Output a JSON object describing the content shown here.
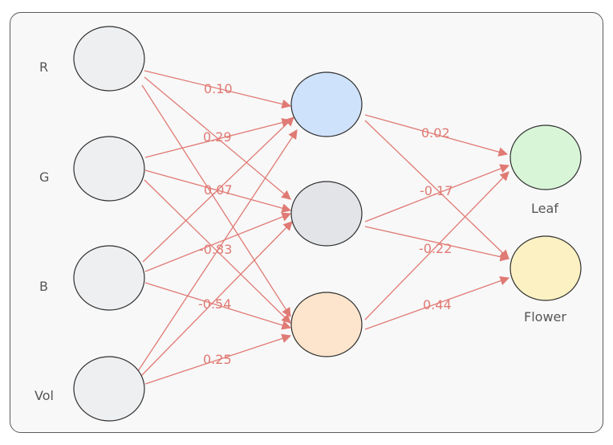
{
  "diagram": {
    "input_nodes": [
      {
        "id": "in-r",
        "label": "R"
      },
      {
        "id": "in-g",
        "label": "G"
      },
      {
        "id": "in-b",
        "label": "B"
      },
      {
        "id": "in-vol",
        "label": "Vol"
      }
    ],
    "hidden_nodes": [
      {
        "id": "h1",
        "fill": "#cfe2fb"
      },
      {
        "id": "h2",
        "fill": "#e2e4e8"
      },
      {
        "id": "h3",
        "fill": "#fce5cc"
      }
    ],
    "output_nodes": [
      {
        "id": "out-leaf",
        "label": "Leaf",
        "fill": "#d8f5d8"
      },
      {
        "id": "out-flower",
        "label": "Flower",
        "fill": "#fcf1c2"
      }
    ],
    "input_fill": "#eeeff1",
    "edge_color": "#e07a74",
    "weights": [
      "0.10",
      "0.29",
      "0.07",
      "-0.83",
      "-0.54",
      "0.25",
      "0.02",
      "-0.17",
      "-0.22",
      "0.44"
    ]
  }
}
